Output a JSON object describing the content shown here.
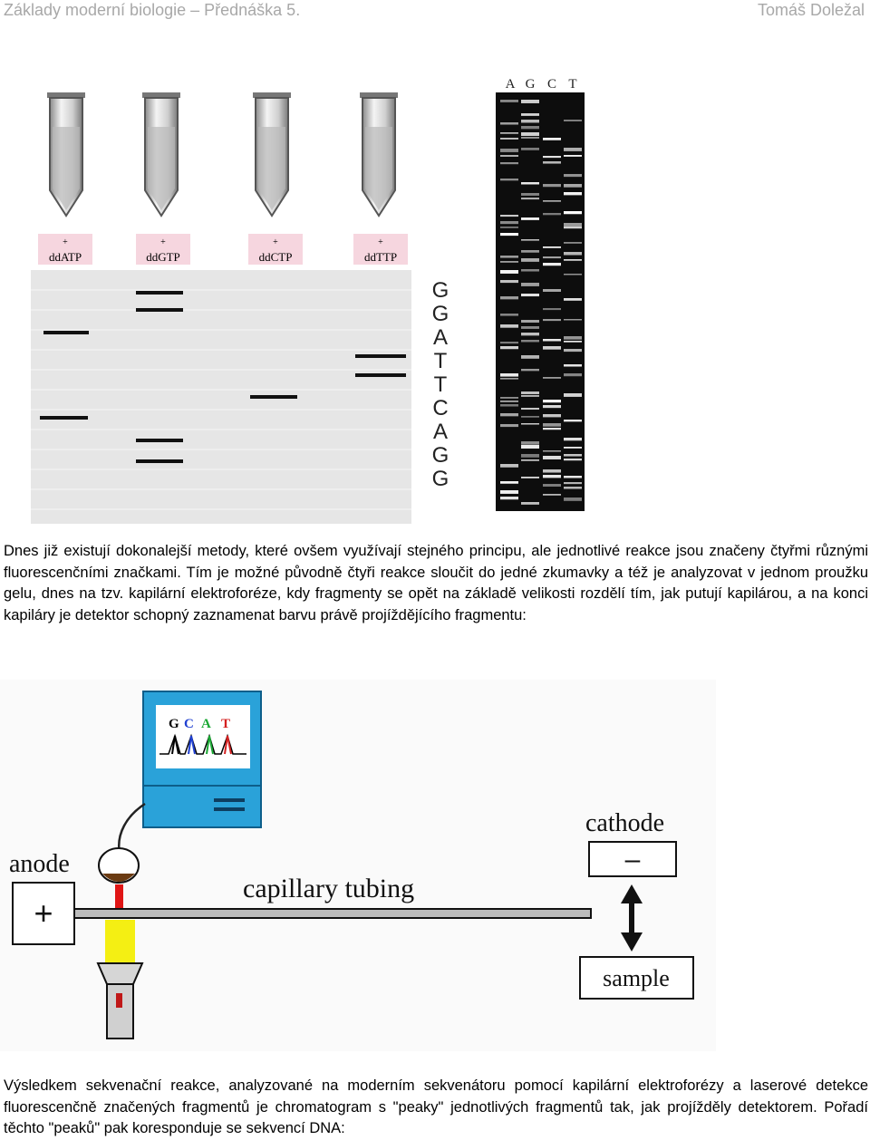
{
  "header": {
    "course": "Základy moderní biologie – Přednáška 5.",
    "author": "Tomáš Doležal"
  },
  "figure1": {
    "tube_labels": [
      "ddATP",
      "ddGTP",
      "ddCTP",
      "ddTTP"
    ],
    "tube_plus": "+",
    "sequence": [
      "G",
      "G",
      "A",
      "T",
      "T",
      "C",
      "A",
      "G",
      "G"
    ],
    "gel_lane_letters": [
      "A",
      "G",
      "C",
      "T"
    ]
  },
  "paragraph1": "Dnes již existují dokonalejší metody, které ovšem využívají stejného principu, ale jednotlivé reakce jsou značeny čtyřmi různými fluorescenčními značkami. Tím je možné původně čtyři reakce sloučit do jedné zkumavky a též je analyzovat v jednom proužku gelu, dnes na tzv. kapilární elektroforéze, kdy fragmenty se opět na základě velikosti rozdělí tím, jak putují kapilárou, a na konci kapiláry je detektor schopný zaznamenat barvu právě projíždějícího fragmentu:",
  "figure2": {
    "screen_letters": [
      {
        "letter": "G",
        "color": "#000000"
      },
      {
        "letter": "C",
        "color": "#1f3fd0"
      },
      {
        "letter": "A",
        "color": "#19a832"
      },
      {
        "letter": "T",
        "color": "#d42020"
      }
    ],
    "anode_label": "anode",
    "anode_sign": "+",
    "capillary_label": "capillary tubing",
    "cathode_label": "cathode",
    "cathode_sign": "–",
    "sample_label": "sample"
  },
  "paragraph2": "Výsledkem sekvenační reakce, analyzované na moderním sekvenátoru pomocí kapilární elektroforézy a laserové detekce fluorescenčně značených fragmentů je chromatogram s \"peaky\" jednotlivých fragmentů tak, jak projížděly detektorem. Pořadí těchto \"peaků\" pak koresponduje se sekvencí DNA:"
}
